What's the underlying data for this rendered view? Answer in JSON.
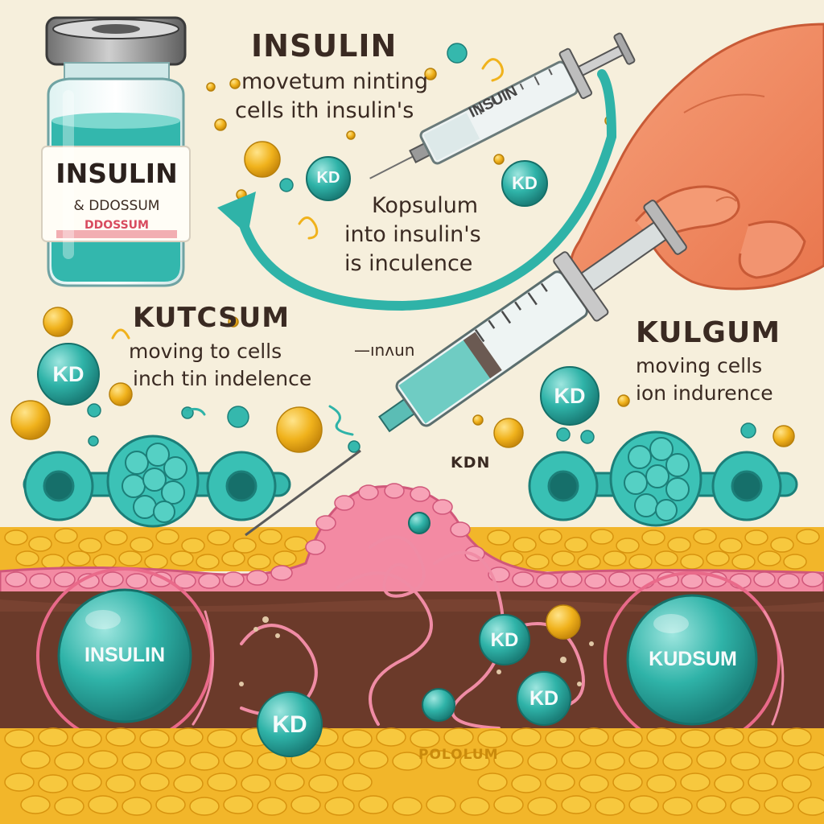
{
  "colors": {
    "background": "#f6efdc",
    "teal": "#2fb3a8",
    "teal_dark": "#1f8a84",
    "gold": "#f0b21c",
    "pink": "#e96a8a",
    "brown": "#6b3a2a",
    "skin": "#f08a62"
  },
  "labels": {
    "title_top": "INSULIN",
    "sub_top_1": "movetum ninting",
    "sub_top_2": "cells ith insulin's",
    "mid_1": "Kopsulum",
    "mid_2": "into  insulin's",
    "mid_3": "is inculence",
    "left_title": "KUTCSUM",
    "left_sub_1": "moving to cells",
    "left_sub_2": "inch tin indelence",
    "left_squiggle": "—ınᴧun",
    "right_title": "KULGUM",
    "right_sub_1": "moving cells",
    "right_sub_2": "ion indurence",
    "kdn": "KDN",
    "bottom_text": "POLOLUM"
  },
  "vial": {
    "title": "INSULIN",
    "line2": "& DDOSSUM",
    "line3": "DDOSSUM"
  },
  "syringe_top_label": "INSUIN",
  "badges": {
    "kd_top": "KD",
    "kd_top_right": "KD",
    "kd_left": "KD",
    "kd_right": "KD",
    "kd_mid": "KD",
    "kd_bottom_1": "KD",
    "kd_bottom_2": "KD",
    "insulin_big": "INSULIN",
    "kudsum_big": "KUDSUM"
  },
  "icons": {
    "vial": "insulin-vial-icon",
    "syringe": "syringe-icon",
    "hand": "hand-icon",
    "arrow": "curved-arrow-icon"
  }
}
